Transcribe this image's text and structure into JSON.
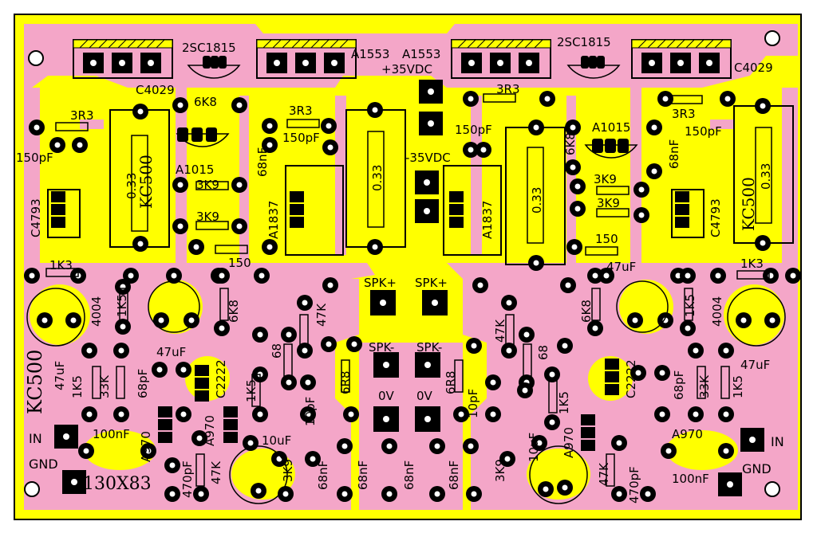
{
  "colors": {
    "board": "#ffff00",
    "copper": "#f4a6c8",
    "ink": "#000000",
    "pad_hole": "#ffffff"
  },
  "board": {
    "name": "KC500",
    "size": "130X83"
  },
  "connectors": {
    "vcc_label": "+35VDC",
    "vee_label": "-35VDC",
    "spk_pos": "SPK+",
    "spk_neg": "SPK-",
    "zero": "0V",
    "input": "IN",
    "ground": "GND"
  },
  "parts": {
    "q_2sc1815": "2SC1815",
    "q_a1553": "A1553",
    "q_c4029": "C4029",
    "q_a1015": "A1015",
    "q_a1837": "A1837",
    "q_c4793": "C4793",
    "q_c2222": "C2222",
    "q_a970": "A970",
    "d_4004": "4004",
    "r_3r3": "3R3",
    "r_6k8": "6K8",
    "r_3k9": "3K9",
    "r_1k3": "1K3",
    "r_150": "150",
    "r_1k5": "1K5",
    "r_47k": "47K",
    "r_33k": "33K",
    "r_68": "68",
    "r_6r8": "6R8",
    "r_033": "0.33",
    "c_150pf": "150pF",
    "c_68nf": "68nF",
    "c_47uf": "47uF",
    "c_10uf": "10uF",
    "c_68pf": "68pF",
    "c_10pf": "10pF",
    "c_470pf": "470pF",
    "c_100nf": "100nF"
  }
}
